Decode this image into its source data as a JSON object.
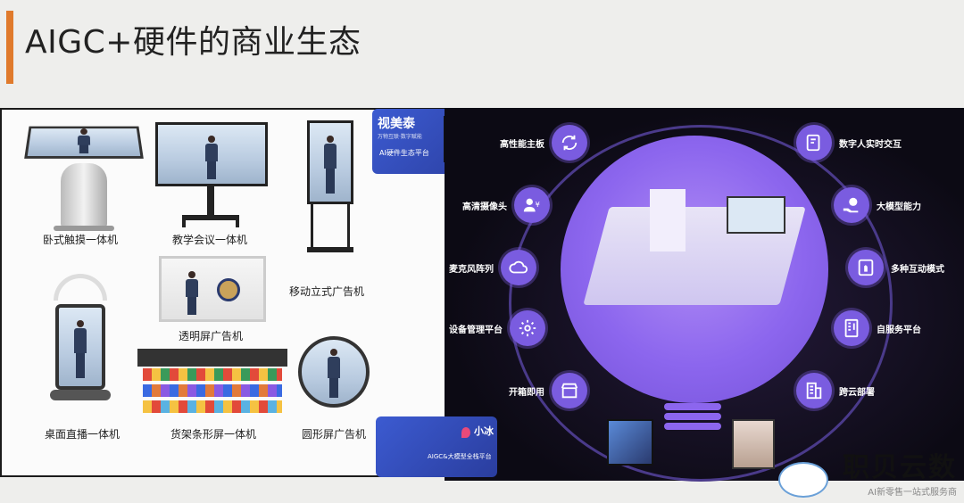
{
  "header": {
    "title": "AIGC+硬件的商业生态"
  },
  "left_devices": [
    {
      "label": "卧式触摸一体机"
    },
    {
      "label": "教学会议一体机"
    },
    {
      "label": "移动立式广告机"
    },
    {
      "label": "透明屏广告机"
    },
    {
      "label": "桌面直播一体机"
    },
    {
      "label": "货架条形屏一体机"
    },
    {
      "label": "圆形屏广告机"
    }
  ],
  "top_badge": {
    "brand": "视美泰",
    "slogan": "万物互联·数字赋能",
    "platform": "AI硬件生态平台"
  },
  "bottom_badge": {
    "brand": "小冰",
    "platform": "AIGC&大模型全栈平台"
  },
  "features_left": [
    {
      "label": "高性能主板",
      "icon": "refresh-icon"
    },
    {
      "label": "高清摄像头",
      "icon": "user-yen-icon"
    },
    {
      "label": "麦克风阵列",
      "icon": "cloud-icon"
    },
    {
      "label": "设备管理平台",
      "icon": "gear-icon"
    },
    {
      "label": "开箱即用",
      "icon": "store-icon"
    }
  ],
  "features_right": [
    {
      "label": "数字人实时交互",
      "icon": "document-cursor-icon"
    },
    {
      "label": "大模型能力",
      "icon": "hand-coin-icon"
    },
    {
      "label": "多种互动模式",
      "icon": "touch-icon"
    },
    {
      "label": "自服务平台",
      "icon": "vending-icon"
    },
    {
      "label": "跨云部署",
      "icon": "building-icon"
    }
  ],
  "watermark": {
    "brand": "职贝云数",
    "slogan": "AI新零售一站式服务商"
  },
  "colors": {
    "accent": "#e07a2c",
    "feature_purple": "#7a5ce0",
    "badge_blue": "#3c5bd1"
  }
}
